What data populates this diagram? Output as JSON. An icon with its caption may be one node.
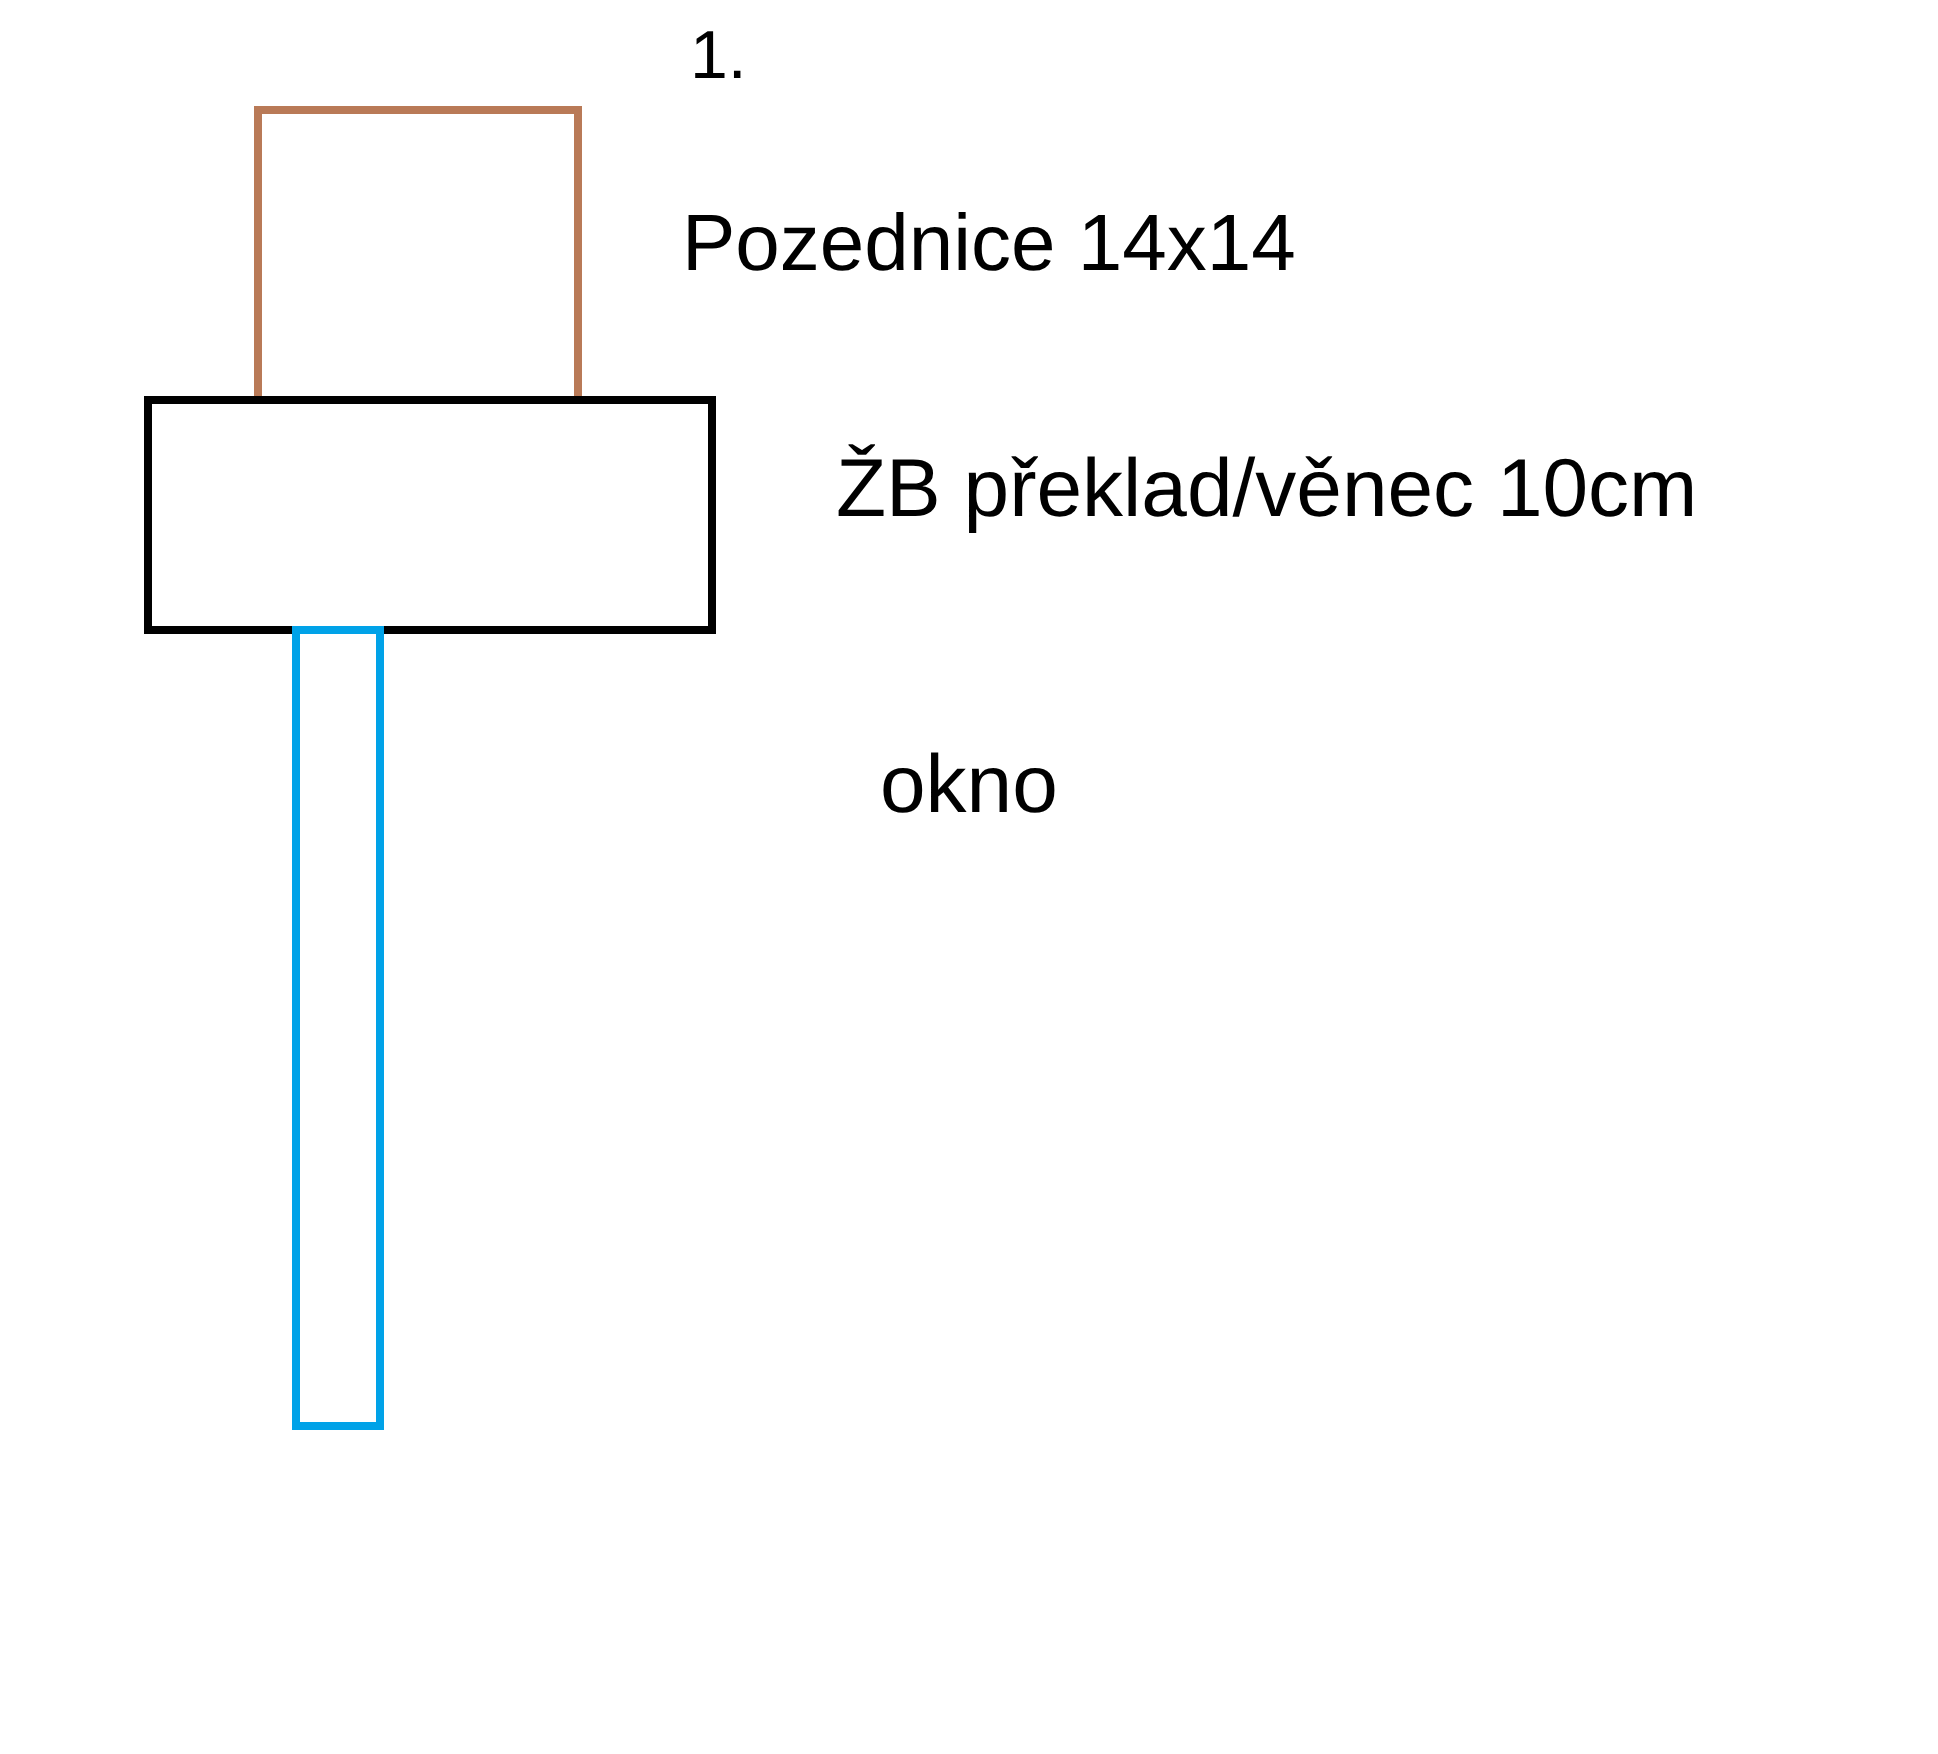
{
  "diagram": {
    "nodes": [
      {
        "text": [],
        "shape": "box"
      },
      {
        "text": [],
        "shape": "box"
      },
      {
        "text": [],
        "shape": "box"
      }
    ],
    "labels": [
      "1.",
      "Pozednice 14x14",
      "ŽB překlad/věnec 10cm",
      "okno"
    ]
  }
}
